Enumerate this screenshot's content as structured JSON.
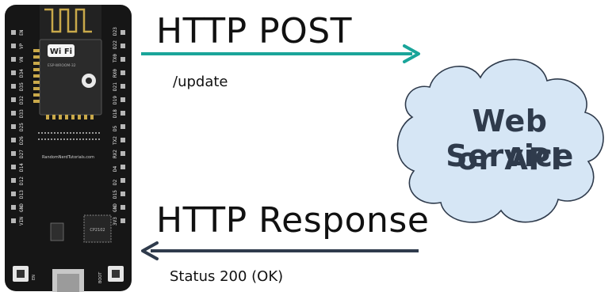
{
  "request": {
    "title": "HTTP POST",
    "path": "/update",
    "arrow_color": "#1aa59a"
  },
  "response": {
    "title": "HTTP Response",
    "status": "Status 200 (OK)",
    "arrow_color": "#2f3b4c"
  },
  "cloud": {
    "line1": "Web Service",
    "line2": "or API",
    "fill": "#d6e6f5",
    "text_color": "#2f3b4c"
  },
  "board": {
    "wifi_badge": "Wi Fi",
    "module_label": "ESP-WROOM-32",
    "silkscreen": "RandomNerdTutorials.com",
    "chip_label": "CP2102",
    "left_pins": [
      "EN",
      "VP",
      "VN",
      "D34",
      "D35",
      "D32",
      "D33",
      "D25",
      "D26",
      "D27",
      "D14",
      "D12",
      "D13",
      "GND",
      "VIN"
    ],
    "right_pins": [
      "D23",
      "D22",
      "TX0",
      "RX0",
      "D21",
      "D19",
      "D18",
      "D5",
      "TX2",
      "RX2",
      "D4",
      "D2",
      "D15",
      "GND",
      "3V3"
    ],
    "button_labels": [
      "EN",
      "BOOT"
    ]
  }
}
